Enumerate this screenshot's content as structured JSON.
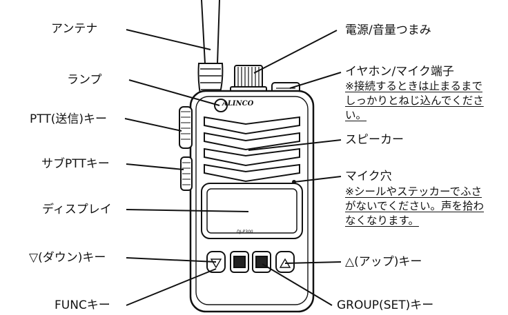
{
  "radio": {
    "brand": "ALINCO",
    "model": "DJ-P300"
  },
  "labels": {
    "antenna": "アンテナ",
    "lamp": "ランプ",
    "ptt": "PTT(送信)キー",
    "sub_ptt": "サブPTTキー",
    "display": "ディスプレイ",
    "down_key": "▽(ダウン)キー",
    "func_key": "FUNCキー",
    "power_volume": "電源/音量つまみ",
    "earphone": "イヤホン/マイク端子",
    "speaker": "スピーカー",
    "mic_hole": "マイク穴",
    "up_key": "△(アップ)キー",
    "group_key": "GROUP(SET)キー"
  },
  "notes": {
    "earphone": [
      "※接続するときは止まるまで",
      "しっかりとねじ込んでくださ",
      "い。"
    ],
    "mic_hole": [
      "※シールやステッカーでふさ",
      "がないでください。声を拾わ",
      "なくなります。"
    ]
  }
}
